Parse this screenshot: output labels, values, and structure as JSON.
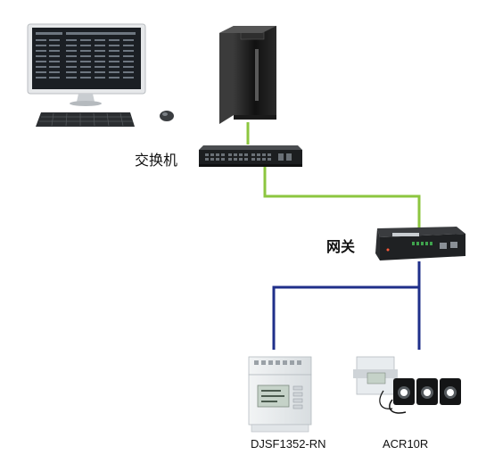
{
  "diagram": {
    "nodes": {
      "switch": {
        "label": "交换机"
      },
      "gateway": {
        "label": "网关"
      },
      "meter1": {
        "label": "DJSF1352-RN"
      },
      "meter2": {
        "label": "ACR10R"
      }
    },
    "colors": {
      "ethernet_line": "#8cc63f",
      "rs485_line": "#1f2f8a",
      "device_dark": "#1c1c1c",
      "device_light": "#e8ecef"
    },
    "icons": [
      "desktop-computer-icon",
      "server-tower-icon",
      "network-switch-icon",
      "gateway-device-icon",
      "dc-meter-icon",
      "current-sensor-meter-icon"
    ]
  }
}
